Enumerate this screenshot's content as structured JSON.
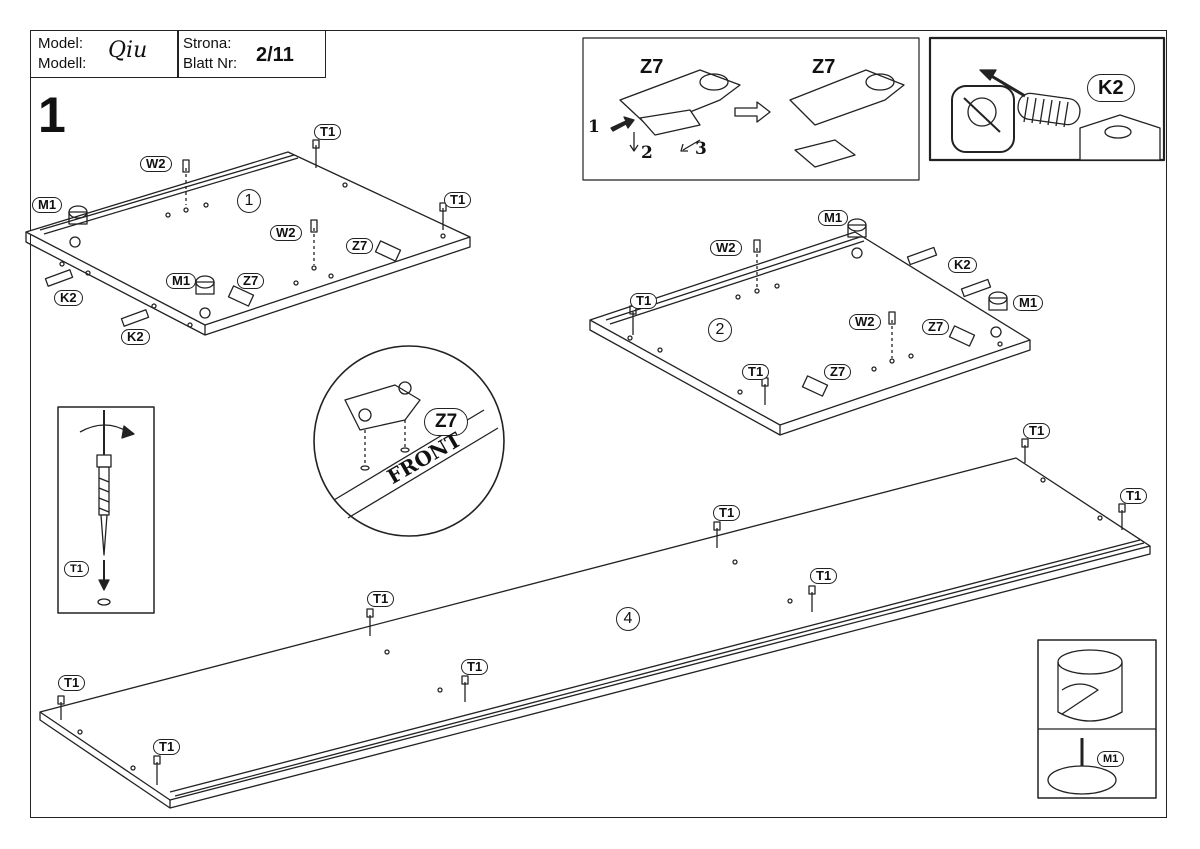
{
  "header": {
    "model_pl": "Model:",
    "model_de": "Modell:",
    "model_name": "Qiu",
    "page_pl": "Strona:",
    "page_de": "Blatt Nr:",
    "page_number": "2/11"
  },
  "step_number": "1",
  "panels": {
    "panel_1": "1",
    "panel_2": "2",
    "panel_4": "4"
  },
  "parts": {
    "t1": "T1",
    "w2": "W2",
    "m1": "M1",
    "z7": "Z7",
    "k2": "K2"
  },
  "hinge_detail": {
    "title_left": "Z7",
    "title_right": "Z7",
    "step1": "1",
    "step2": "2",
    "step3": "3"
  },
  "front_detail": {
    "front_text": "FRONT",
    "part": "Z7"
  },
  "dowel_detail": {
    "part": "K2"
  },
  "screw_detail": {
    "part": "T1"
  },
  "cam_detail": {
    "part": "M1"
  }
}
